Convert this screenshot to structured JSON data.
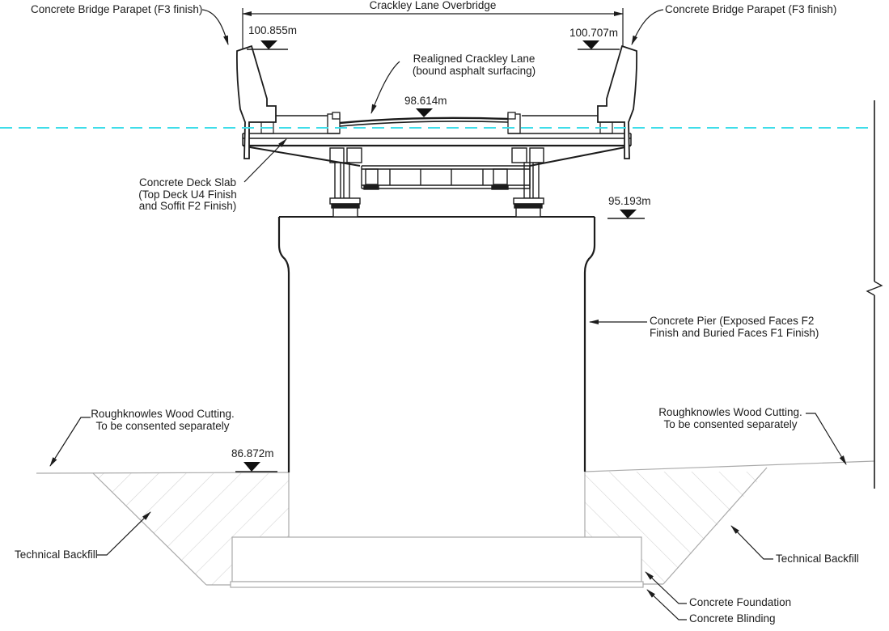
{
  "drawing": {
    "dimension_title": "Crackley Lane Overbridge",
    "labels": {
      "parapet_left": "Concrete Bridge Parapet (F3 finish)",
      "parapet_right": "Concrete Bridge Parapet (F3 finish)",
      "realigned_lane": "Realigned Crackley Lane\n(bound asphalt surfacing)",
      "deck_slab": "Concrete Deck Slab\n(Top Deck U4 Finish\nand Soffit F2 Finish)",
      "pier": "Concrete Pier (Exposed Faces F2\nFinish and Buried Faces F1 Finish)",
      "cutting_left": "Roughknowles Wood Cutting.\nTo be consented separately",
      "cutting_right": "Roughknowles Wood Cutting.\nTo be consented separately",
      "backfill_left": "Technical Backfill",
      "backfill_right": "Technical Backfill",
      "foundation": "Concrete Foundation",
      "blinding": "Concrete Blinding"
    },
    "levels": {
      "parapet_left_top": "100.855m",
      "parapet_right_top": "100.707m",
      "road_surface": "98.614m",
      "pier_top": "95.193m",
      "existing_ground": "86.872m"
    },
    "colors": {
      "datum_line": "#3fdde9",
      "linework": "#1c1c1c",
      "buried_linework": "#a9a9a9",
      "hatch": "#d4d4d4"
    }
  }
}
